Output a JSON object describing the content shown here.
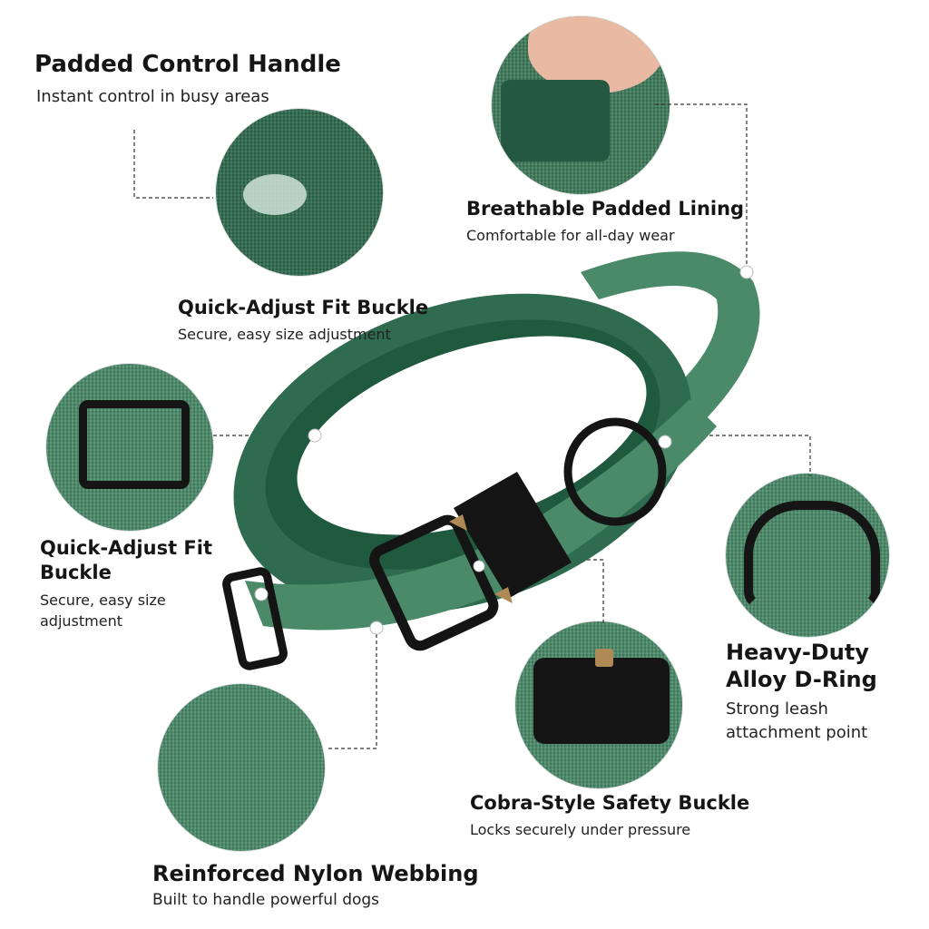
{
  "colors": {
    "collar_green": "#2f6b4f",
    "webbing_green": "#4a8a69",
    "hardware_black": "#141414",
    "accent_brass": "#b08a55"
  },
  "features": [
    {
      "title": "Padded Control Handle",
      "subtitle": "Instant control in busy areas"
    },
    {
      "title": "Breathable Padded Lining",
      "subtitle": "Comfortable for all-day wear"
    },
    {
      "title": "Quick-Adjust Fit Buckle",
      "subtitle": "Secure, easy size adjustment"
    },
    {
      "title": "Quick-Adjust Fit Buckle",
      "subtitle": "Secure, easy size adjustment"
    },
    {
      "title": "Heavy-Duty Alloy D-Ring",
      "subtitle": "Strong leash attachment point"
    },
    {
      "title": "Cobra-Style Safety Buckle",
      "subtitle": "Locks securely under pressure"
    },
    {
      "title": "Reinforced Nylon Webbing",
      "subtitle": "Built to handle powerful dogs"
    }
  ]
}
